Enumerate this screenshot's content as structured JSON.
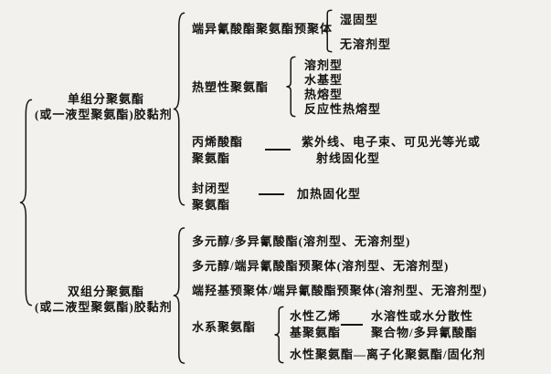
{
  "colors": {
    "background": "#f3f1ed",
    "ink": "#161616"
  },
  "tree": {
    "group1": {
      "title_line1": "单组分聚氨酯",
      "title_line2": "(或一液型聚氨酯)胶黏剂",
      "item1": {
        "label": "端异氰酸酯聚氨酯预聚体",
        "children": [
          "湿固型",
          "无溶剂型"
        ]
      },
      "item2": {
        "label": "热塑性聚氨酯",
        "children": [
          "溶剂型",
          "水基型",
          "热熔型",
          "反应性热熔型"
        ]
      },
      "item3": {
        "label_line1": "丙烯酸酯",
        "label_line2": "聚氨酯",
        "child_line1": "紫外线、电子束、可见光等光或",
        "child_line2": "射线固化型"
      },
      "item4": {
        "label_line1": "封闭型",
        "label_line2": "聚氨酯",
        "child": "加热固化型"
      }
    },
    "group2": {
      "title_line1": "双组分聚氨酯",
      "title_line2": "(或二液型聚氨酯)胶黏剂",
      "item1": "多元醇/多异氰酸酯(溶剂型、无溶剂型)",
      "item2": "多元醇/端异氰酸酯预聚体(溶剂型、无溶剂型)",
      "item3": "端羟基预聚体/端异氰酸酯预聚体(溶剂型、无溶剂型)",
      "item4": {
        "label": "水系聚氨酯",
        "sub1": {
          "label_line1": "水性乙烯",
          "label_line2": "基聚氨酯",
          "child_line1": "水溶性或水分散性",
          "child_line2": "聚合物/多异氰酸酯"
        },
        "sub2": "水性聚氨酯—离子化聚氨酯/固化剂"
      }
    }
  }
}
